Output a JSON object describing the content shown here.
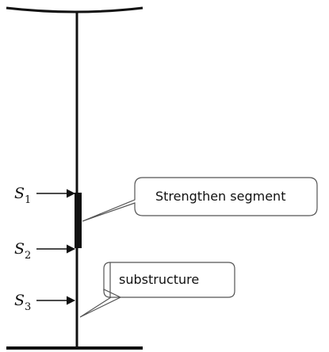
{
  "diagram": {
    "labels": {
      "s1": {
        "letter": "S",
        "sub": "1"
      },
      "s2": {
        "letter": "S",
        "sub": "2"
      },
      "s3": {
        "letter": "S",
        "sub": "3"
      }
    },
    "callouts": {
      "strengthen": "Strengthen segment",
      "substructure": "substructure"
    }
  }
}
